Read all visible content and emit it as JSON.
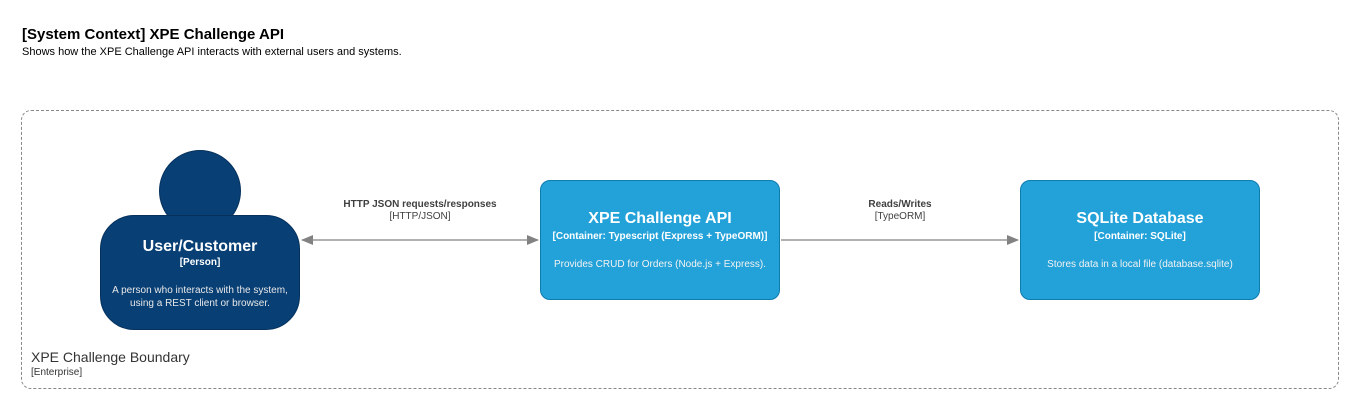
{
  "diagram": {
    "title": "[System Context] XPE Challenge API",
    "subtitle": "Shows how the XPE Challenge API interacts with external users and systems.",
    "boundary": {
      "name": "XPE Challenge Boundary",
      "type": "[Enterprise]"
    },
    "person": {
      "name": "User/Customer",
      "type": "[Person]",
      "description": "A person who interacts with the system, using a REST client or browser."
    },
    "api": {
      "name": "XPE Challenge API",
      "type": "[Container: Typescript (Express + TypeORM)]",
      "description": "Provides CRUD for Orders (Node.js + Express)."
    },
    "database": {
      "name": "SQLite Database",
      "type": "[Container: SQLite]",
      "description": "Stores data in a local file (database.sqlite)"
    },
    "relations": [
      {
        "label": "HTTP JSON requests/responses",
        "technology": "[HTTP/JSON]"
      },
      {
        "label": "Reads/Writes",
        "technology": "[TypeORM]"
      }
    ],
    "colors": {
      "person": "#083f75",
      "container": "#23a2d9",
      "arrow": "#828282",
      "boundary": "#888888"
    }
  }
}
